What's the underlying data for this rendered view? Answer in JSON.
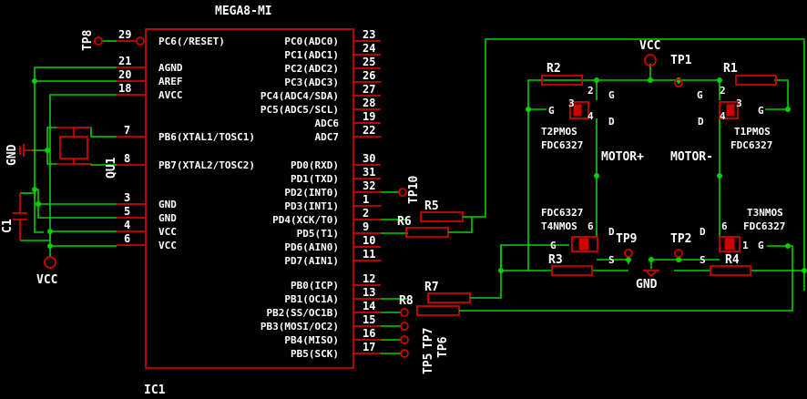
{
  "ic": {
    "name": "IC1",
    "value": "MEGA8-MI",
    "left_pins": [
      {
        "num": "29",
        "label": "PC6(/RESET)"
      },
      {
        "num": "21",
        "label": "AGND"
      },
      {
        "num": "20",
        "label": "AREF"
      },
      {
        "num": "18",
        "label": "AVCC"
      },
      {
        "num": "7",
        "label": "PB6(XTAL1/TOSC1)"
      },
      {
        "num": "8",
        "label": "PB7(XTAL2/TOSC2)"
      },
      {
        "num": "3",
        "label": "GND"
      },
      {
        "num": "5",
        "label": "GND"
      },
      {
        "num": "4",
        "label": "VCC"
      },
      {
        "num": "6",
        "label": "VCC"
      }
    ],
    "right_pins": [
      {
        "num": "23",
        "label": "PC0(ADC0)"
      },
      {
        "num": "24",
        "label": "PC1(ADC1)"
      },
      {
        "num": "25",
        "label": "PC2(ADC2)"
      },
      {
        "num": "26",
        "label": "PC3(ADC3)"
      },
      {
        "num": "27",
        "label": "PC4(ADC4/SDA)"
      },
      {
        "num": "28",
        "label": "PC5(ADC5/SCL)"
      },
      {
        "num": "19",
        "label": "ADC6"
      },
      {
        "num": "22",
        "label": "ADC7"
      },
      {
        "num": "30",
        "label": "PD0(RXD)"
      },
      {
        "num": "31",
        "label": "PD1(TXD)"
      },
      {
        "num": "32",
        "label": "PD2(INT0)"
      },
      {
        "num": "1",
        "label": "PD3(INT1)"
      },
      {
        "num": "2",
        "label": "PD4(XCK/T0)"
      },
      {
        "num": "9",
        "label": "PD5(T1)"
      },
      {
        "num": "10",
        "label": "PD6(AIN0)"
      },
      {
        "num": "11",
        "label": "PD7(AIN1)"
      },
      {
        "num": "12",
        "label": "PB0(ICP)"
      },
      {
        "num": "13",
        "label": "PB1(OC1A)"
      },
      {
        "num": "14",
        "label": "PB2(SS/OC1B)"
      },
      {
        "num": "15",
        "label": "PB3(MOSI/OC2)"
      },
      {
        "num": "16",
        "label": "PB4(MISO)"
      },
      {
        "num": "17",
        "label": "PB5(SCK)"
      }
    ]
  },
  "labels": {
    "tp8": "TP8",
    "tp10": "TP10",
    "tp7": "TP7",
    "tp6": "TP6",
    "tp5": "TP5",
    "tp1": "TP1",
    "tp2": "TP2",
    "tp9": "TP9",
    "qu1": "QU1",
    "c1": "C1",
    "gnd_left": "GND",
    "vcc_left": "VCC",
    "vcc_top": "VCC",
    "gnd_bottom": "GND",
    "r1": "R1",
    "r2": "R2",
    "r3": "R3",
    "r4": "R4",
    "r5": "R5",
    "r6": "R6",
    "r7": "R7",
    "r8": "R8",
    "motor_plus": "MOTOR+",
    "motor_minus": "MOTOR-",
    "t1": "T1PMOS",
    "t1_val": "FDC6327",
    "t2": "T2PMOS",
    "t2_val": "FDC6327",
    "t3": "T3NMOS",
    "t3_val": "FDC6327",
    "t4": "T4NMOS",
    "t4_val": "FDC6327",
    "pin_g": "G",
    "pin_d": "D",
    "pin_s": "S",
    "n2": "2",
    "n3": "3",
    "n4": "4",
    "n6": "6",
    "n1": "1"
  },
  "colors": {
    "background": "#000000",
    "wire": "#00d000",
    "part": "#d00000",
    "text": "#ffffff"
  }
}
